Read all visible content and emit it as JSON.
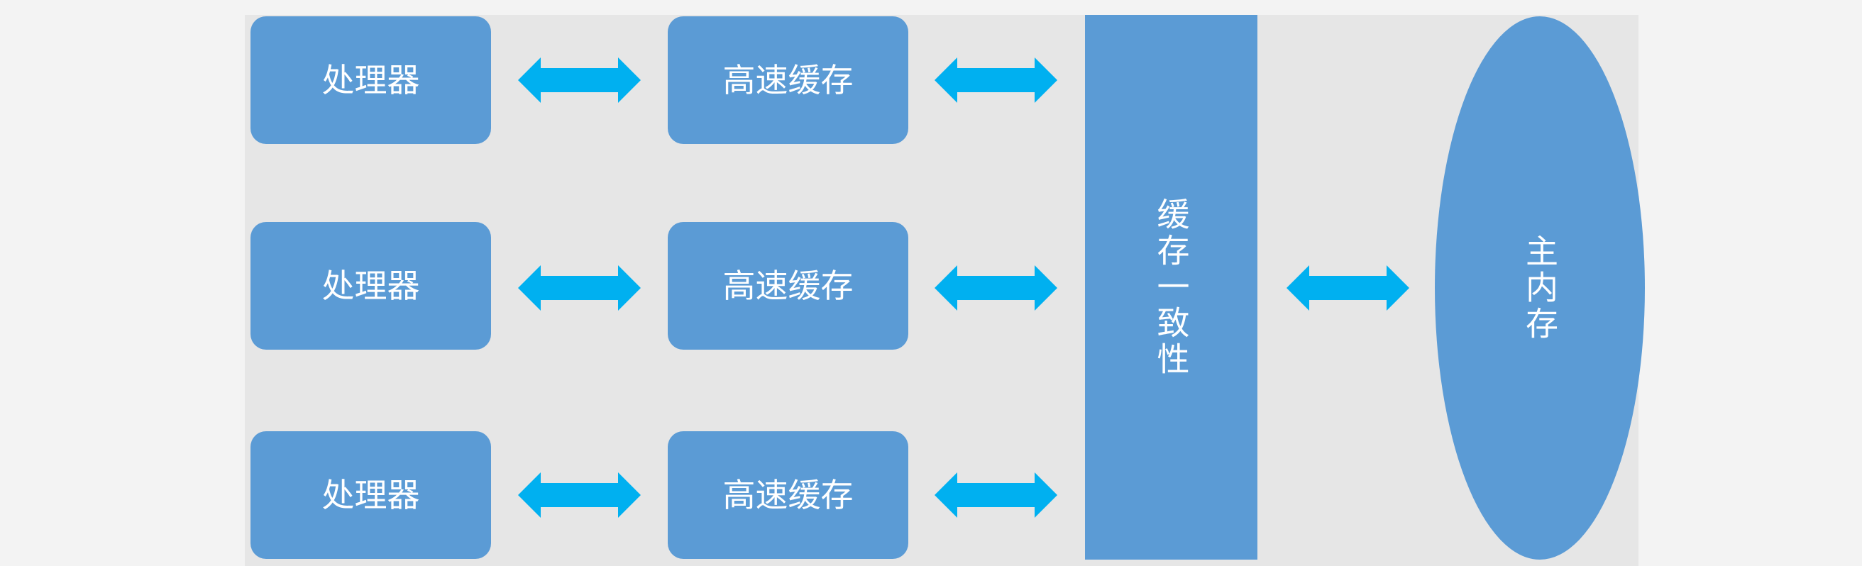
{
  "diagram": {
    "title_implied": "多处理器缓存一致性结构图",
    "colors": {
      "canvas_background": "#F3F3F3",
      "panel_background": "#E6E6E6",
      "shape_fill": "#5B9BD5",
      "arrow_fill": "#00B0F0",
      "label_text": "#FFFFFF"
    },
    "processors": [
      {
        "label": "处理器"
      },
      {
        "label": "处理器"
      },
      {
        "label": "处理器"
      }
    ],
    "caches": [
      {
        "label": "高速缓存"
      },
      {
        "label": "高速缓存"
      },
      {
        "label": "高速缓存"
      }
    ],
    "coherence_bar": {
      "label": "缓存一致性",
      "orientation": "vertical"
    },
    "main_memory": {
      "label": "主内存",
      "orientation": "vertical",
      "shape": "ellipse"
    },
    "arrows": {
      "icon": "double-headed-horizontal-arrow",
      "processor_to_cache_count": 3,
      "cache_to_coherence_count": 3,
      "coherence_to_memory_count": 1
    }
  }
}
